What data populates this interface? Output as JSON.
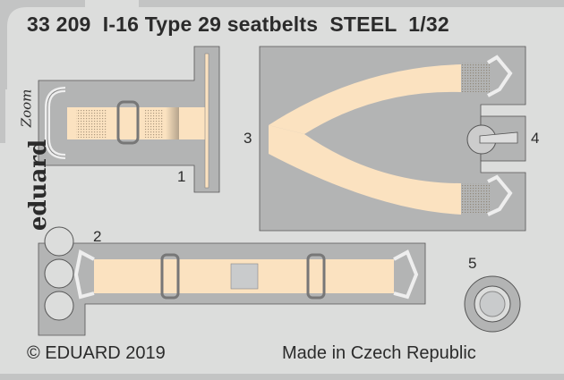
{
  "title": "33 209  I-16 Type 29 seatbelts  STEEL  1/32",
  "brand": "eduard",
  "brand_sub": "Zoom",
  "part_numbers": [
    "1",
    "2",
    "3",
    "4",
    "5"
  ],
  "footer": {
    "copyright": "© EDUARD 2019",
    "origin": "Made in Czech Republic"
  },
  "colors": {
    "fret": "#dcdddc",
    "carrier": "#b3b4b4",
    "belt": "#fbe2c0",
    "text": "#2b2b2b"
  }
}
